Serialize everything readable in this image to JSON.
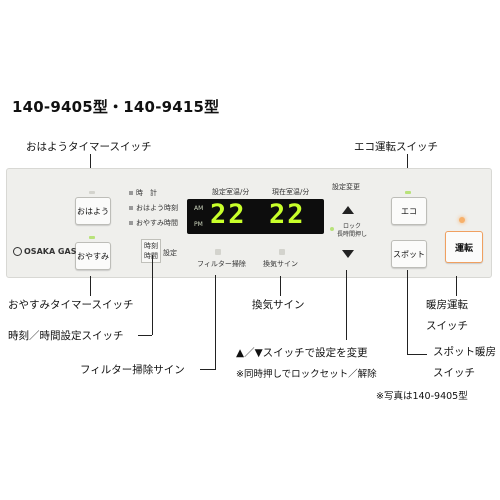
{
  "title": "140-9405型・140-9415型",
  "callouts": {
    "good_morning_timer": "おはようタイマースイッチ",
    "eco_switch": "エコ運転スイッチ",
    "good_night_timer": "おやすみタイマースイッチ",
    "heating_switch_line1": "暖房運転",
    "heating_switch_line2": "スイッチ",
    "clock_switch": "時刻／時間設定スイッチ",
    "ventilation_sign": "換気サイン",
    "spot_heating_line1": "スポット暖房",
    "spot_heating_line2": "スイッチ",
    "filter_sign": "フィルター掃除サイン",
    "arrow_switch_line1": "▲／▼スイッチで設定を変更",
    "arrow_switch_line2": "※同時押しでロックセット／解除",
    "photo_note": "※写真は140-9405型"
  },
  "panel": {
    "brand": "OSAKA GAS",
    "btn_ohayou": "おはよう",
    "btn_oyasumi": "おやすみ",
    "clock_item1": "時　計",
    "clock_item2": "おはよう時刻",
    "clock_item3": "おやすみ時間",
    "clock_btn_line1": "時刻",
    "clock_btn_line2": "時間",
    "clock_btn_side": "設定",
    "label_set_temp": "設定室温/分",
    "label_room_temp": "現在室温/分",
    "label_setting_change": "設定変更",
    "lock_line1": "ロック",
    "lock_line2": "長時間押し",
    "am": "AM",
    "pm": "PM",
    "set_temp_value": "22",
    "room_temp_value": "22",
    "filter_label": "フィルター掃除",
    "vent_label": "換気サイン",
    "btn_eco": "エコ",
    "btn_spot": "スポット",
    "btn_run": "運転",
    "led_on_color": "#b8e27a",
    "digit_color": "#c8ff2a",
    "run_border_color": "#f0a060"
  }
}
